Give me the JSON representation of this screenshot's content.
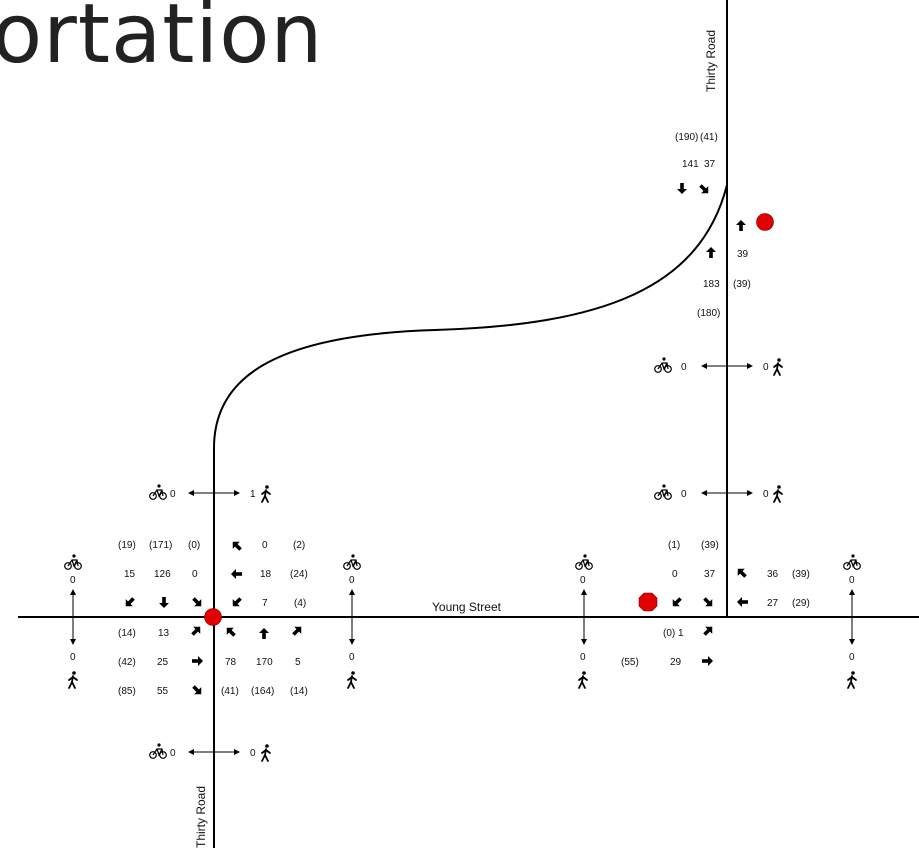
{
  "title": "ortation",
  "streets": {
    "east_west": "Young Street",
    "north_south": "Thirty Road"
  },
  "colors": {
    "signal": "#e00000",
    "road": "#000000"
  },
  "west_intersection": {
    "bike_ped_north": {
      "bikes": "0",
      "peds": "1"
    },
    "bike_ped_south": {
      "bikes": "0",
      "peds": "0"
    },
    "side_west": {
      "bikes": "0",
      "peds": "0"
    },
    "side_east": {
      "bikes": "0",
      "peds": "0"
    },
    "southbound": {
      "am": [
        "15",
        "126",
        "0"
      ],
      "pm": [
        "(19)",
        "(171)",
        "(0)"
      ]
    },
    "westbound": {
      "am": [
        "0",
        "18",
        "7"
      ],
      "pm": [
        "(2)",
        "(24)",
        "(4)"
      ]
    },
    "eastbound": {
      "am": [
        "13",
        "25",
        "55"
      ],
      "pm": [
        "(14)",
        "(42)",
        "(85)"
      ]
    },
    "northbound": {
      "am": [
        "78",
        "170",
        "5"
      ],
      "pm": [
        "(41)",
        "(164)",
        "(14)"
      ]
    }
  },
  "east_intersection": {
    "bike_ped_north": {
      "bikes": "0",
      "peds": "0"
    },
    "side_west": {
      "bikes": "0",
      "peds": "0"
    },
    "side_east": {
      "bikes": "0",
      "peds": "0"
    },
    "southbound": {
      "am": [
        "0",
        "37"
      ],
      "pm": [
        "(1)",
        "(39)"
      ]
    },
    "westbound": {
      "am": [
        "36",
        "27"
      ],
      "pm": [
        "(39)",
        "(29)"
      ]
    },
    "eastbound": {
      "am": [
        "1",
        "29"
      ],
      "pm": [
        "(0)",
        "(55)"
      ]
    }
  },
  "north_intersection": {
    "bike_ped": {
      "bikes": "0",
      "peds": "0"
    },
    "southbound": {
      "am": [
        "141",
        "37"
      ],
      "pm": [
        "(190)",
        "(41)"
      ]
    },
    "northbound": {
      "am": [
        "39",
        "183"
      ],
      "pm": [
        "(39)",
        "(180)"
      ]
    }
  }
}
